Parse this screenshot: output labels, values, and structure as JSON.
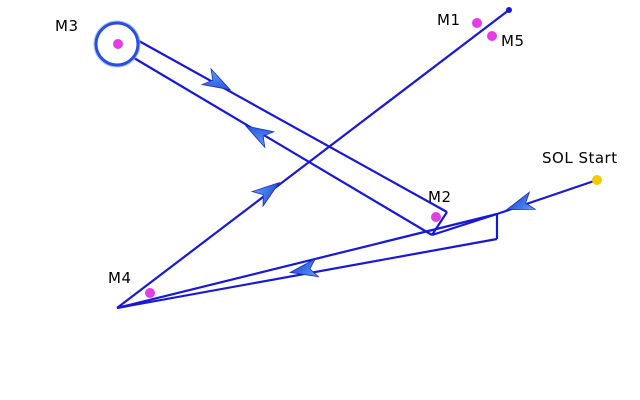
{
  "diagram": {
    "start_label": "SOL Start",
    "markers": [
      {
        "label": "M1"
      },
      {
        "label": "M2"
      },
      {
        "label": "M3"
      },
      {
        "label": "M4"
      },
      {
        "label": "M5"
      }
    ],
    "colors": {
      "path": "#1818d6",
      "arrow": "#2a6fe0",
      "marker": "#e13ee6",
      "start": "#f2cc00",
      "text": "#000000"
    }
  }
}
